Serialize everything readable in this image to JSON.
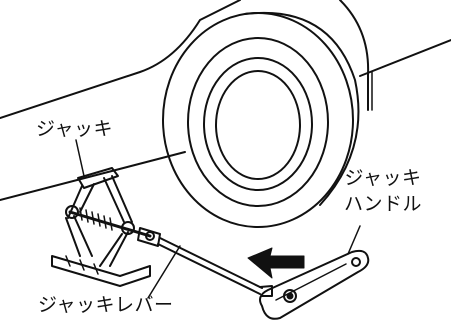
{
  "labels": {
    "jack": "ジャッキ",
    "jack_handle_line1": "ジャッキ",
    "jack_handle_line2": "ハンドル",
    "jack_lever": "ジャッキレバー"
  },
  "colors": {
    "line": "#111111",
    "background": "#ffffff"
  }
}
